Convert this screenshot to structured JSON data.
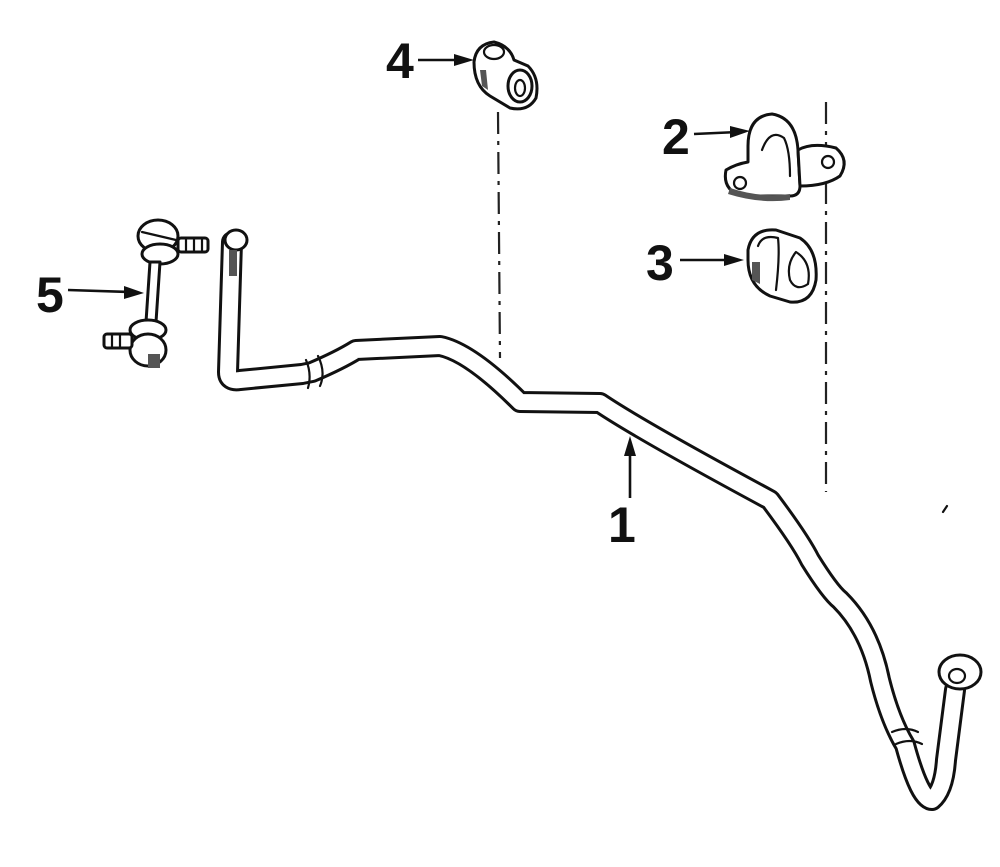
{
  "diagram": {
    "callouts": [
      {
        "id": "1",
        "label": "1",
        "part": "stabilizer-bar"
      },
      {
        "id": "2",
        "label": "2",
        "part": "bracket"
      },
      {
        "id": "3",
        "label": "3",
        "part": "bushing"
      },
      {
        "id": "4",
        "label": "4",
        "part": "bushing"
      },
      {
        "id": "5",
        "label": "5",
        "part": "stabilizer-link"
      }
    ],
    "colors": {
      "ink": "#111111",
      "background": "#ffffff"
    }
  }
}
